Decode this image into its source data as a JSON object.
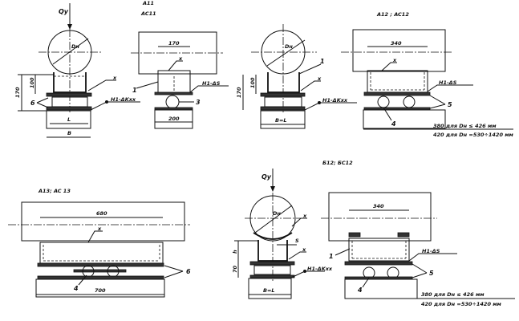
{
  "figures": {
    "f1": {
      "title_a": "A11",
      "title_b": "AC11",
      "load": "Qy",
      "diameter": "Dн",
      "dim_100": "100",
      "dim_170": "170",
      "dim_L": "L",
      "dim_B": "B",
      "label_6": "6",
      "label_x": "x",
      "weld": "H1-ΔKxx"
    },
    "f2": {
      "dim_170": "170",
      "label_x": "x",
      "label_1": "1",
      "weld": "H1-ΔS",
      "label_3": "3",
      "dim_200": "200"
    },
    "f3": {
      "title": "A12 ; AC12",
      "diameter": "Dн",
      "dim_100": "100",
      "dim_170": "170",
      "label_1": "1",
      "label_x": "x",
      "weld": "H1-ΔKxx",
      "dim_BL": "B=L"
    },
    "f4": {
      "dim_340": "340",
      "label_x": "x",
      "weld": "H1-ΔS",
      "label_5": "5",
      "label_4": "4",
      "note_1": "380 для Dн ≤ 426 мм",
      "note_2": "420 для Dн =530÷1420 мм"
    },
    "f5": {
      "title": "A13; AC 13",
      "dim_680": "680",
      "label_x": "x",
      "label_6": "6",
      "label_4": "4",
      "dim_700": "700"
    },
    "f6": {
      "title": "Б12; БС12",
      "load": "Qy",
      "diameter": "Dн",
      "label_x1": "x",
      "label_S": "S",
      "label_x2": "x",
      "dim_h": "h",
      "dim_70": "70",
      "weld": "H1-ΔKxx",
      "dim_BL": "B=L"
    },
    "f7": {
      "dim_340": "340",
      "label_1": "1",
      "weld": "H1-ΔS",
      "label_5": "5",
      "label_4": "4",
      "note_1": "380 для Dн ≤ 426 мм",
      "note_2": "420 для Dн =530÷1420 мм"
    }
  }
}
